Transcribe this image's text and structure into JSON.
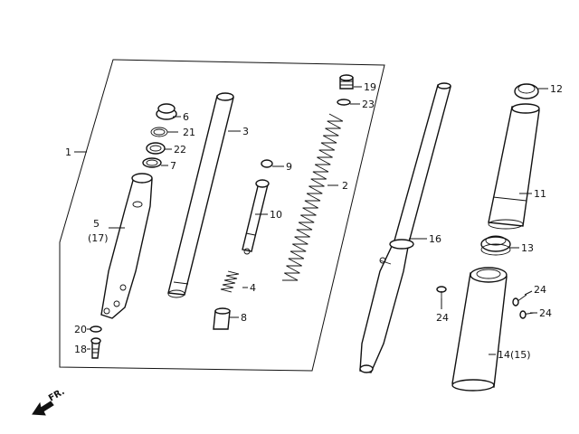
{
  "diagram": {
    "direction_label": "FR.",
    "callouts": [
      {
        "id": "c1",
        "text": "1"
      },
      {
        "id": "c2",
        "text": "2"
      },
      {
        "id": "c3",
        "text": "3"
      },
      {
        "id": "c4",
        "text": "4"
      },
      {
        "id": "c5",
        "text": "5"
      },
      {
        "id": "c5b",
        "text": "(17)"
      },
      {
        "id": "c6",
        "text": "6"
      },
      {
        "id": "c7",
        "text": "7"
      },
      {
        "id": "c8",
        "text": "8"
      },
      {
        "id": "c9",
        "text": "9"
      },
      {
        "id": "c10",
        "text": "10"
      },
      {
        "id": "c11",
        "text": "11"
      },
      {
        "id": "c12",
        "text": "12"
      },
      {
        "id": "c13",
        "text": "13"
      },
      {
        "id": "c14",
        "text": "14(15)"
      },
      {
        "id": "c16",
        "text": "16"
      },
      {
        "id": "c18",
        "text": "18"
      },
      {
        "id": "c19",
        "text": "19"
      },
      {
        "id": "c20",
        "text": "20"
      },
      {
        "id": "c21",
        "text": "21"
      },
      {
        "id": "c22",
        "text": "22"
      },
      {
        "id": "c23",
        "text": "23"
      },
      {
        "id": "c24a",
        "text": "24"
      },
      {
        "id": "c24b",
        "text": "24"
      },
      {
        "id": "c24c",
        "text": "24"
      }
    ]
  }
}
